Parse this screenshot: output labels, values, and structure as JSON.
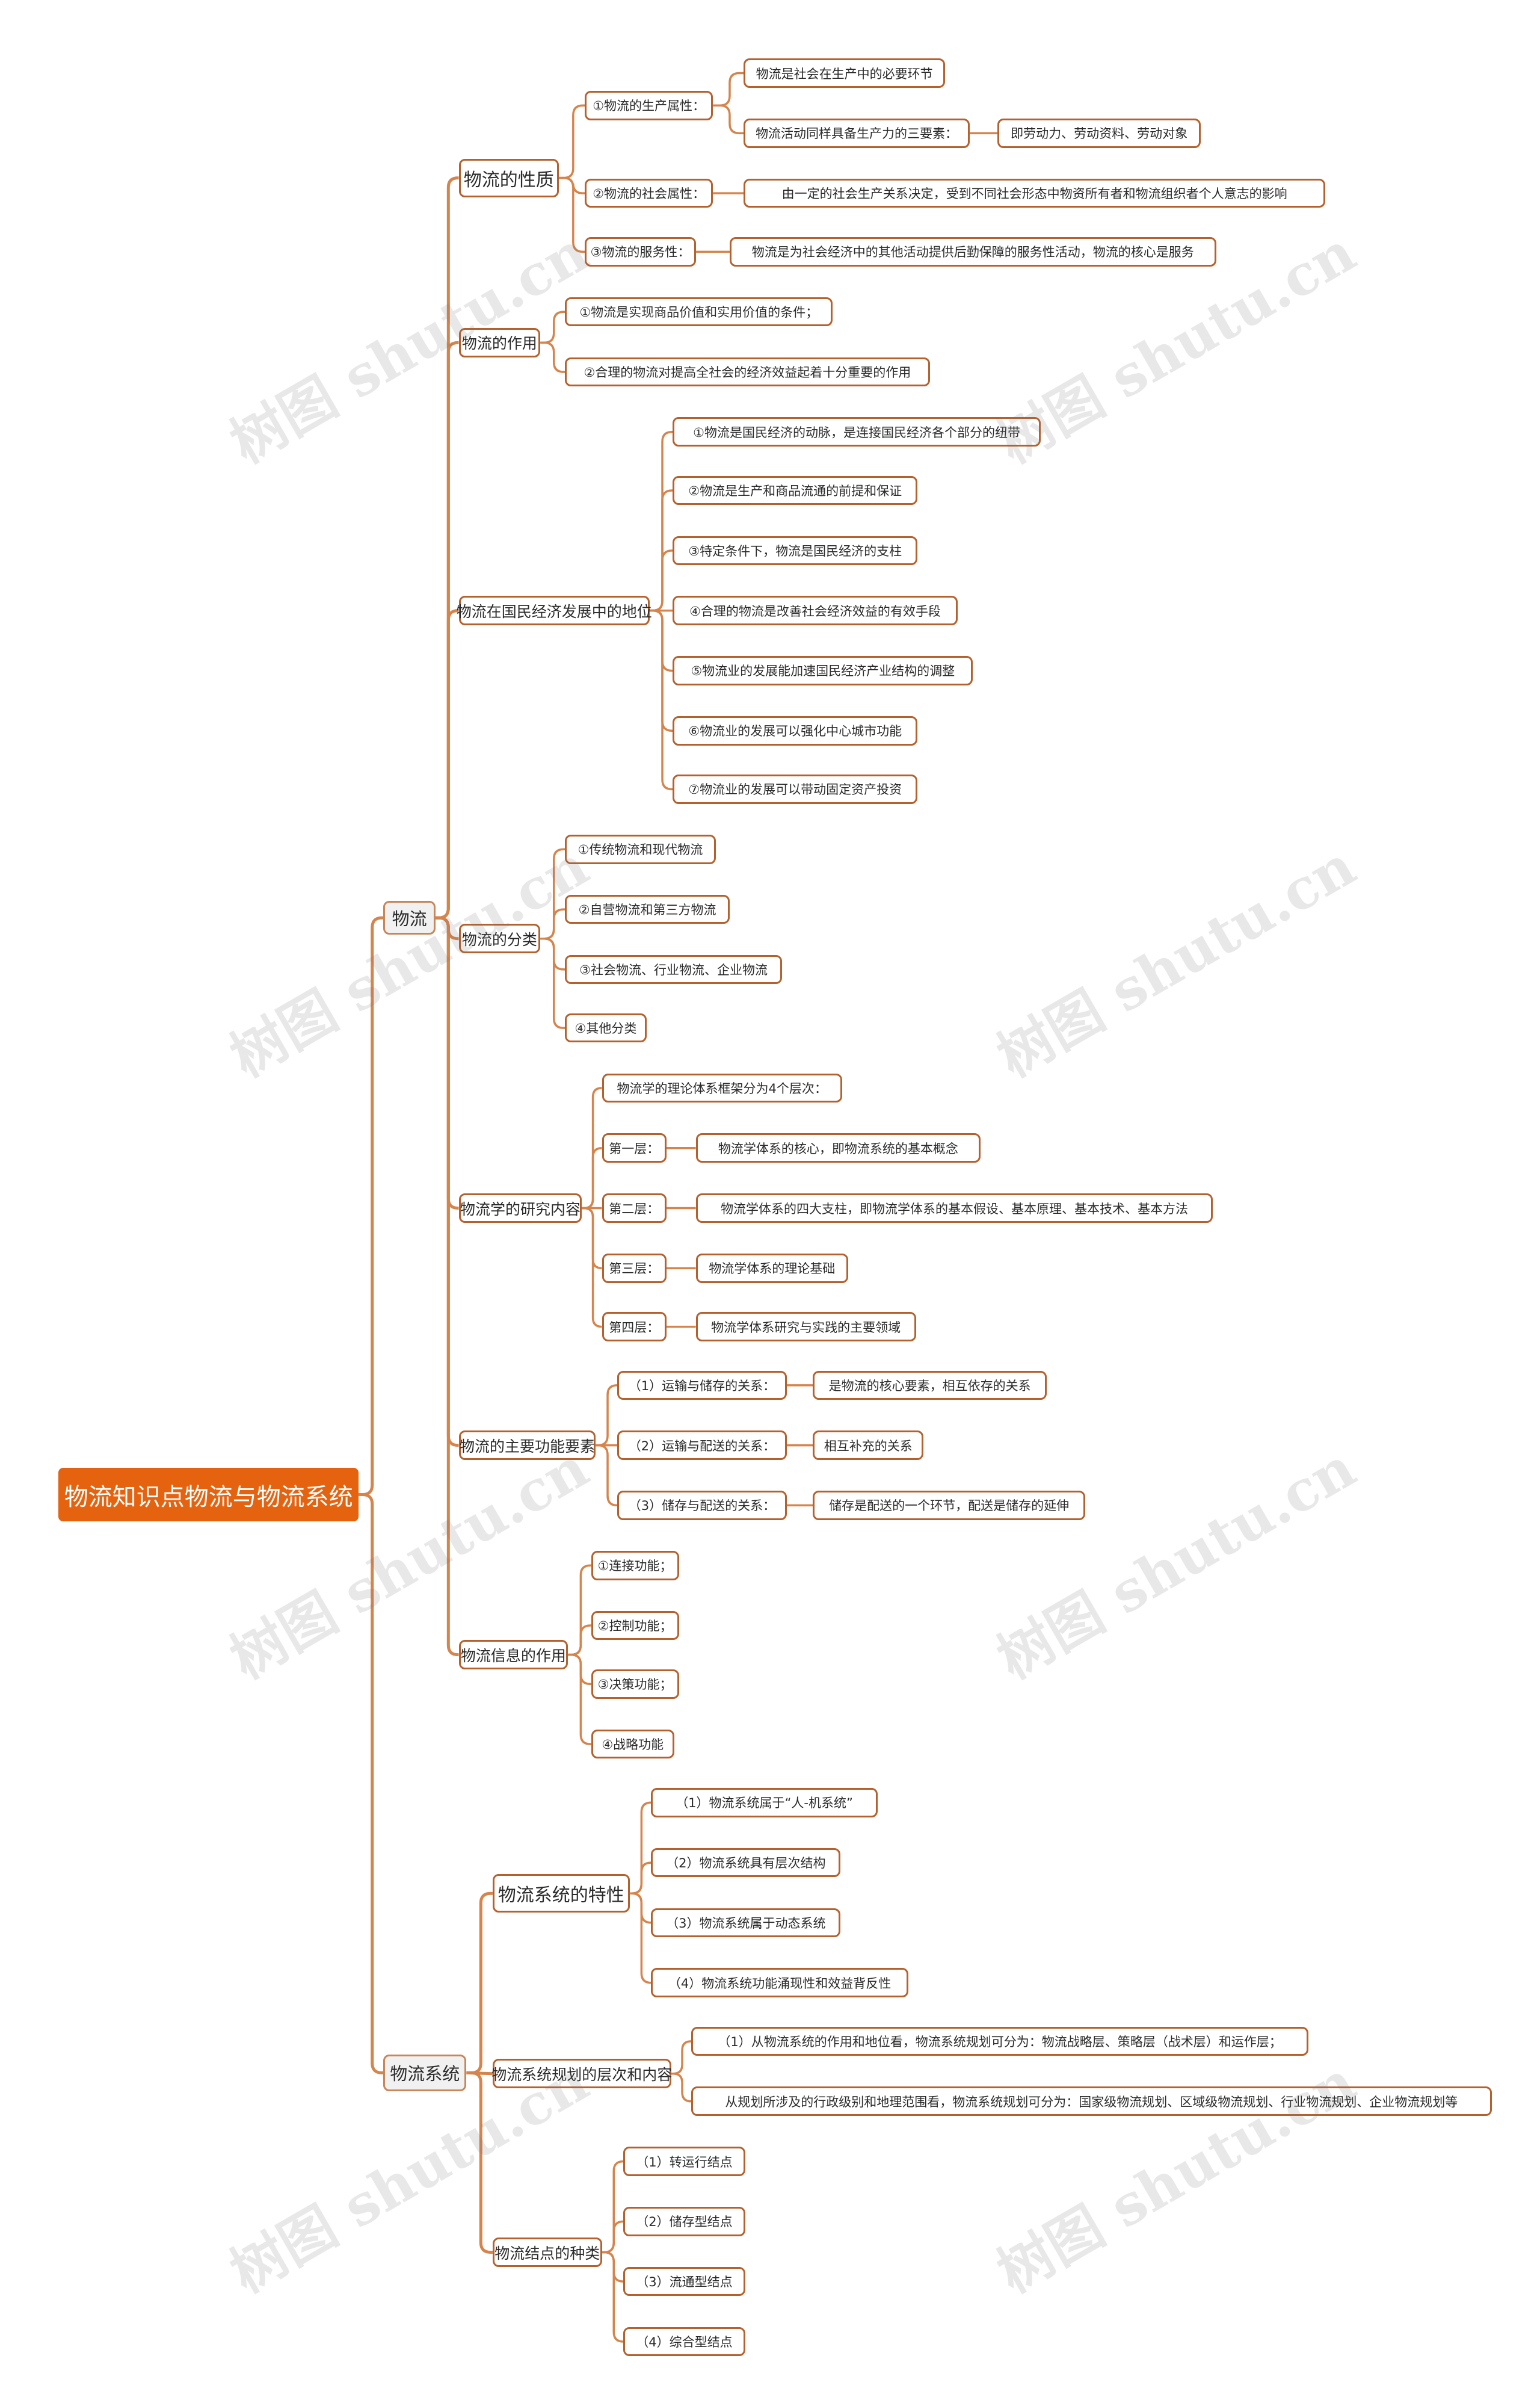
{
  "watermark": "树图 shutu.cn",
  "colors": {
    "root": "#e5620f",
    "line": "#d5844c",
    "node_border": "#b5612d"
  },
  "root": {
    "label": "物流知识点物流与物流系统"
  },
  "branches": {
    "wuliu": {
      "label": "物流",
      "xingzhi": {
        "label": "物流的性质",
        "shengchan": "①物流的生产属性：",
        "shengchan_a": "物流是社会在生产中的必要环节",
        "shengchan_b": "物流活动同样具备生产力的三要素：",
        "shengchan_b1": "即劳动力、劳动资料、劳动对象",
        "shehui": "②物流的社会属性：",
        "shehui_a": "由一定的社会生产关系决定，受到不同社会形态中物资所有者和物流组织者个人意志的影响",
        "fuwu": "③物流的服务性：",
        "fuwu_a": "物流是为社会经济中的其他活动提供后勤保障的服务性活动，物流的核心是服务"
      },
      "zuoyong": {
        "label": "物流的作用",
        "items": [
          "①物流是实现商品价值和实用价值的条件；",
          "②合理的物流对提高全社会的经济效益起着十分重要的作用"
        ]
      },
      "diwei": {
        "label": "物流在国民经济发展中的地位",
        "items": [
          "①物流是国民经济的动脉，是连接国民经济各个部分的纽带",
          "②物流是生产和商品流通的前提和保证",
          "③特定条件下，物流是国民经济的支柱",
          "④合理的物流是改善社会经济效益的有效手段",
          "⑤物流业的发展能加速国民经济产业结构的调整",
          "⑥物流业的发展可以强化中心城市功能",
          "⑦物流业的发展可以带动固定资产投资"
        ]
      },
      "fenlei": {
        "label": "物流的分类",
        "items": [
          "①传统物流和现代物流",
          "②自营物流和第三方物流",
          "③社会物流、行业物流、企业物流",
          "④其他分类"
        ]
      },
      "yanjiu": {
        "label": "物流学的研究内容",
        "intro": "物流学的理论体系框架分为4个层次：",
        "c1": "第一层：",
        "c1_d": "物流学体系的核心，即物流系统的基本概念",
        "c2": "第二层：",
        "c2_d": "物流学体系的四大支柱，即物流学体系的基本假设、基本原理、基本技术、基本方法",
        "c3": "第三层：",
        "c3_d": "物流学体系的理论基础",
        "c4": "第四层：",
        "c4_d": "物流学体系研究与实践的主要领域"
      },
      "yaosu": {
        "label": "物流的主要功能要素",
        "r1": "（1）运输与储存的关系：",
        "r1_d": "是物流的核心要素，相互依存的关系",
        "r2": "（2）运输与配送的关系：",
        "r2_d": "相互补充的关系",
        "r3": "（3）储存与配送的关系：",
        "r3_d": "储存是配送的一个环节，配送是储存的延伸"
      },
      "xinxi": {
        "label": "物流信息的作用",
        "items": [
          "①连接功能；",
          "②控制功能；",
          "③决策功能；",
          "④战略功能"
        ]
      }
    },
    "xitong": {
      "label": "物流系统",
      "texing": {
        "label": "物流系统的特性",
        "items": [
          "（1）物流系统属于“人-机系统”",
          "（2）物流系统具有层次结构",
          "（3）物流系统属于动态系统",
          "（4）物流系统功能涌现性和效益背反性"
        ]
      },
      "guihua": {
        "label": "物流系统规划的层次和内容",
        "items": [
          "（1）从物流系统的作用和地位看，物流系统规划可分为：物流战略层、策略层（战术层）和运作层；",
          "从规划所涉及的行政级别和地理范围看，物流系统规划可分为：国家级物流规划、区域级物流规划、行业物流规划、企业物流规划等"
        ]
      },
      "jiedian": {
        "label": "物流结点的种类",
        "items": [
          "（1）转运行结点",
          "（2）储存型结点",
          "（3）流通型结点",
          "（4）综合型结点"
        ]
      }
    }
  }
}
